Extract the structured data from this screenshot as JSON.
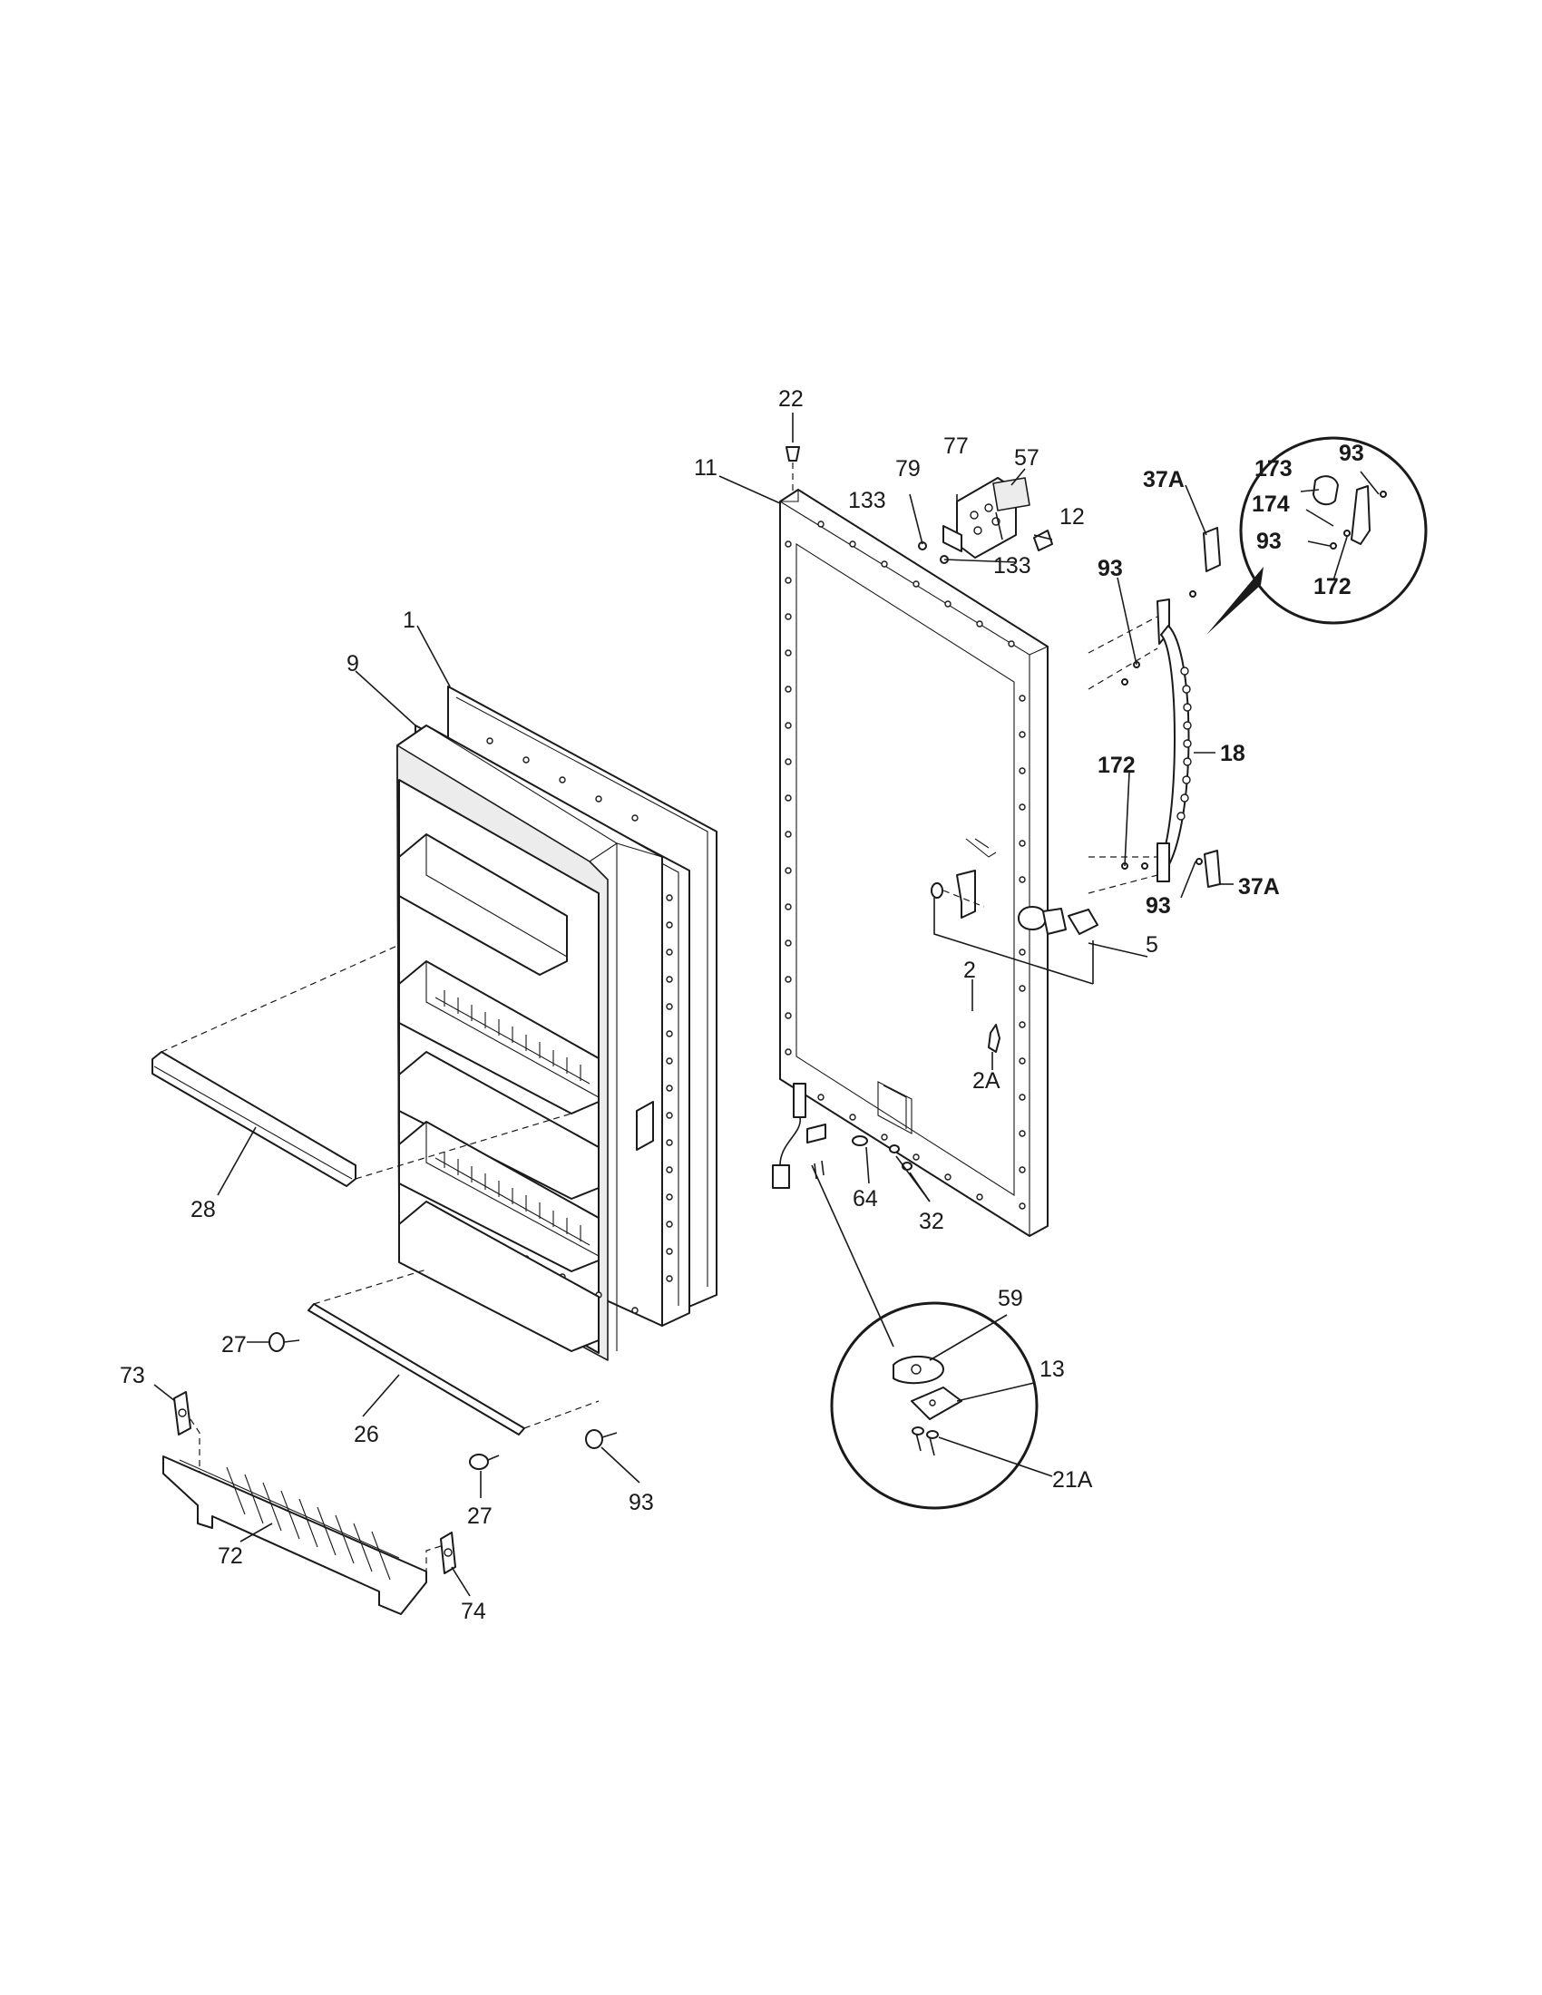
{
  "callouts": {
    "c1": "1",
    "c9": "9",
    "c28": "28",
    "c27a": "27",
    "c27b": "27",
    "c26": "26",
    "c73": "73",
    "c72": "72",
    "c74": "74",
    "c93a": "93",
    "c22": "22",
    "c11": "11",
    "c77": "77",
    "c57": "57",
    "c79": "79",
    "c133a": "133",
    "c12": "12",
    "c133b": "133",
    "c37a": "37A",
    "c93b": "93",
    "c18": "18",
    "c172a": "172",
    "c93c": "93",
    "c37b": "37A",
    "c5": "5",
    "c2": "2",
    "c2a": "2A",
    "c64": "64",
    "c32": "32",
    "c59": "59",
    "c13": "13",
    "c21a": "21A",
    "c173": "173",
    "c93d": "93",
    "c174": "174",
    "c93e": "93",
    "c172b": "172"
  }
}
